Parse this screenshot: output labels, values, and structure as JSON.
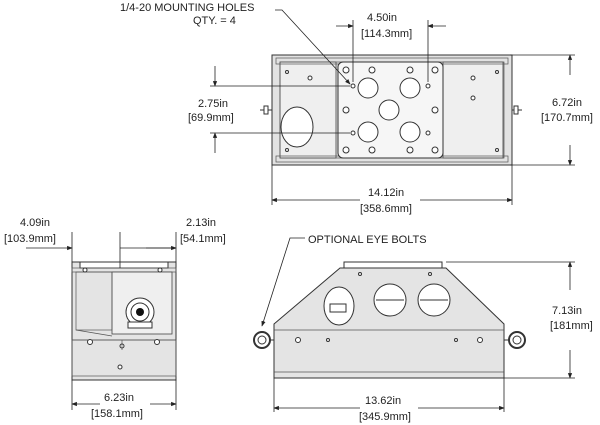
{
  "callouts": {
    "mounting_holes_line1": "1/4-20 MOUNTING HOLES",
    "mounting_holes_line2": "QTY. = 4",
    "eye_bolts": "OPTIONAL EYE BOLTS"
  },
  "dimensions": {
    "top_plate_width": {
      "imperial": "4.50in",
      "metric": "[114.3mm]"
    },
    "top_hole_spacing": {
      "imperial": "2.75in",
      "metric": "[69.9mm]"
    },
    "top_height": {
      "imperial": "6.72in",
      "metric": "[170.7mm]"
    },
    "top_width": {
      "imperial": "14.12in",
      "metric": "[358.6mm]"
    },
    "side_left": {
      "imperial": "4.09in",
      "metric": "[103.9mm]"
    },
    "side_right": {
      "imperial": "2.13in",
      "metric": "[54.1mm]"
    },
    "side_width": {
      "imperial": "6.23in",
      "metric": "[158.1mm]"
    },
    "front_height": {
      "imperial": "7.13in",
      "metric": "[181mm]"
    },
    "front_width": {
      "imperial": "13.62in",
      "metric": "[345.9mm]"
    }
  },
  "colors": {
    "line": "#333333",
    "fill": "#d8d8d8",
    "background": "#ffffff"
  }
}
